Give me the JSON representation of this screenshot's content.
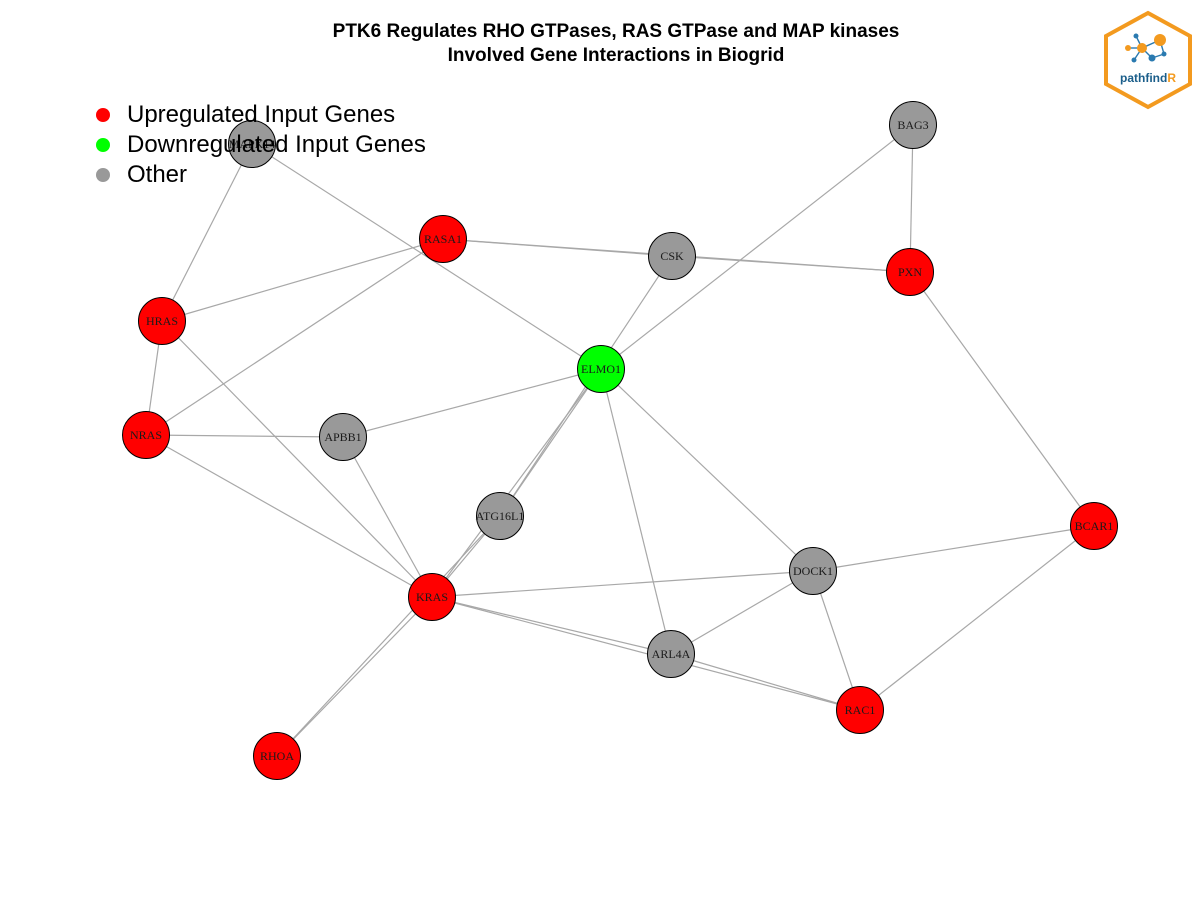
{
  "title": {
    "line1": "PTK6 Regulates RHO GTPases, RAS GTPase and MAP kinases",
    "line2": "Involved Gene Interactions in Biogrid"
  },
  "legend": [
    {
      "label": "Upregulated Input Genes",
      "color": "#ff0000"
    },
    {
      "label": "Downregulated Input Genes",
      "color": "#00ff00"
    },
    {
      "label": "Other",
      "color": "#999999"
    }
  ],
  "colors": {
    "upregulated": "#ff0000",
    "downregulated": "#00ff00",
    "other": "#999999",
    "edge": "#a8a8a8",
    "node_border": "#000000"
  },
  "logo": {
    "text_main": "pathfind",
    "text_accent": "R",
    "border_color": "#f39a1f",
    "text_color": "#1b5e8a"
  },
  "network": {
    "nodes": [
      {
        "id": "MAPK14",
        "label": "MAPK14",
        "type": "other"
      },
      {
        "id": "BAG3",
        "label": "BAG3",
        "type": "other"
      },
      {
        "id": "RASA1",
        "label": "RASA1",
        "type": "upregulated"
      },
      {
        "id": "CSK",
        "label": "CSK",
        "type": "other"
      },
      {
        "id": "PXN",
        "label": "PXN",
        "type": "upregulated"
      },
      {
        "id": "HRAS",
        "label": "HRAS",
        "type": "upregulated"
      },
      {
        "id": "ELMO1",
        "label": "ELMO1",
        "type": "downregulated"
      },
      {
        "id": "NRAS",
        "label": "NRAS",
        "type": "upregulated"
      },
      {
        "id": "APBB1",
        "label": "APBB1",
        "type": "other"
      },
      {
        "id": "ATG16L1",
        "label": "ATG16L1",
        "type": "other"
      },
      {
        "id": "BCAR1",
        "label": "BCAR1",
        "type": "upregulated"
      },
      {
        "id": "DOCK1",
        "label": "DOCK1",
        "type": "other"
      },
      {
        "id": "KRAS",
        "label": "KRAS",
        "type": "upregulated"
      },
      {
        "id": "ARL4A",
        "label": "ARL4A",
        "type": "other"
      },
      {
        "id": "RAC1",
        "label": "RAC1",
        "type": "upregulated"
      },
      {
        "id": "RHOA",
        "label": "RHOA",
        "type": "upregulated"
      }
    ],
    "edges": [
      [
        "MAPK14",
        "HRAS"
      ],
      [
        "MAPK14",
        "ELMO1"
      ],
      [
        "BAG3",
        "PXN"
      ],
      [
        "BAG3",
        "ELMO1"
      ],
      [
        "RASA1",
        "CSK"
      ],
      [
        "RASA1",
        "PXN"
      ],
      [
        "RASA1",
        "HRAS"
      ],
      [
        "RASA1",
        "NRAS"
      ],
      [
        "CSK",
        "PXN"
      ],
      [
        "CSK",
        "ATG16L1"
      ],
      [
        "PXN",
        "BCAR1"
      ],
      [
        "HRAS",
        "NRAS"
      ],
      [
        "HRAS",
        "KRAS"
      ],
      [
        "NRAS",
        "APBB1"
      ],
      [
        "NRAS",
        "KRAS"
      ],
      [
        "APBB1",
        "ELMO1"
      ],
      [
        "APBB1",
        "KRAS"
      ],
      [
        "ELMO1",
        "ATG16L1"
      ],
      [
        "ELMO1",
        "DOCK1"
      ],
      [
        "ELMO1",
        "ARL4A"
      ],
      [
        "ELMO1",
        "KRAS"
      ],
      [
        "ATG16L1",
        "KRAS"
      ],
      [
        "ATG16L1",
        "RHOA"
      ],
      [
        "KRAS",
        "DOCK1"
      ],
      [
        "KRAS",
        "ARL4A"
      ],
      [
        "KRAS",
        "RAC1"
      ],
      [
        "KRAS",
        "RHOA"
      ],
      [
        "DOCK1",
        "BCAR1"
      ],
      [
        "DOCK1",
        "ARL4A"
      ],
      [
        "DOCK1",
        "RAC1"
      ],
      [
        "ARL4A",
        "RAC1"
      ],
      [
        "BCAR1",
        "RAC1"
      ]
    ]
  }
}
